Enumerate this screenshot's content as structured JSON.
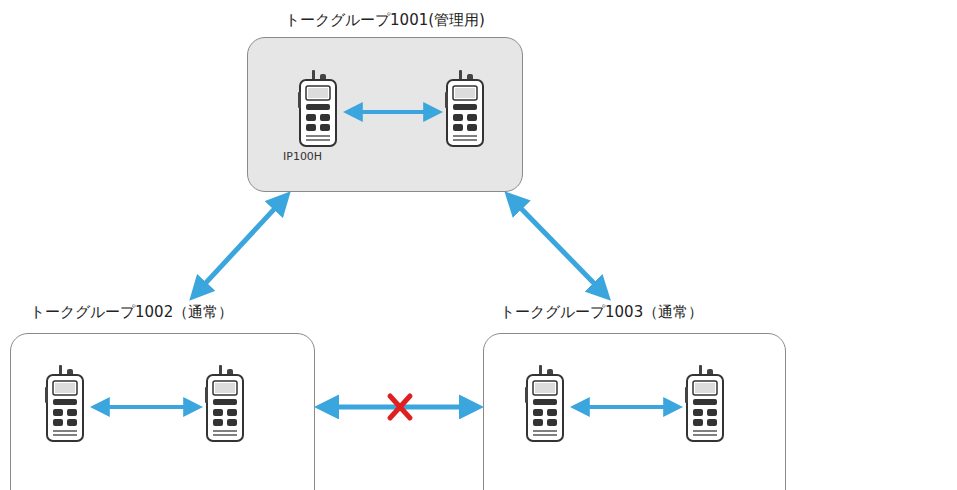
{
  "diagram": {
    "nodes": [
      {
        "text": [
          "トークグループ1001(管理用)"
        ]
      },
      {
        "text": [
          "トークグループ1002（通常）"
        ]
      },
      {
        "text": [
          "トークグループ1003（通常）"
        ]
      }
    ],
    "edges": [
      {
        "from": 0,
        "to": 1,
        "arrow": "both"
      },
      {
        "from": 0,
        "to": 2,
        "arrow": "both"
      },
      {
        "from": 1,
        "to": 2,
        "arrow": "both"
      }
    ],
    "labels": [
      "IP100H"
    ]
  }
}
